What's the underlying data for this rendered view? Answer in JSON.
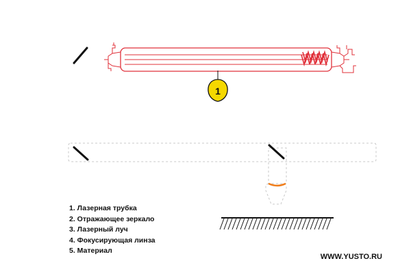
{
  "callouts": [
    {
      "number": "1"
    }
  ],
  "legend": [
    "1. Лазерная трубка",
    "2. Отражающее зеркало",
    "3. Лазерный луч",
    "4. Фокусирующая линза",
    "5. Материал"
  ],
  "site_url": "WWW.YUSTO.RU",
  "colors": {
    "tube": "#e0303a",
    "callout_fill": "#f5d800",
    "lens": "#f07d1a",
    "mirror": "#111111",
    "beam_path": "#c8c8c8",
    "nozzle": "#c8c8c8"
  }
}
